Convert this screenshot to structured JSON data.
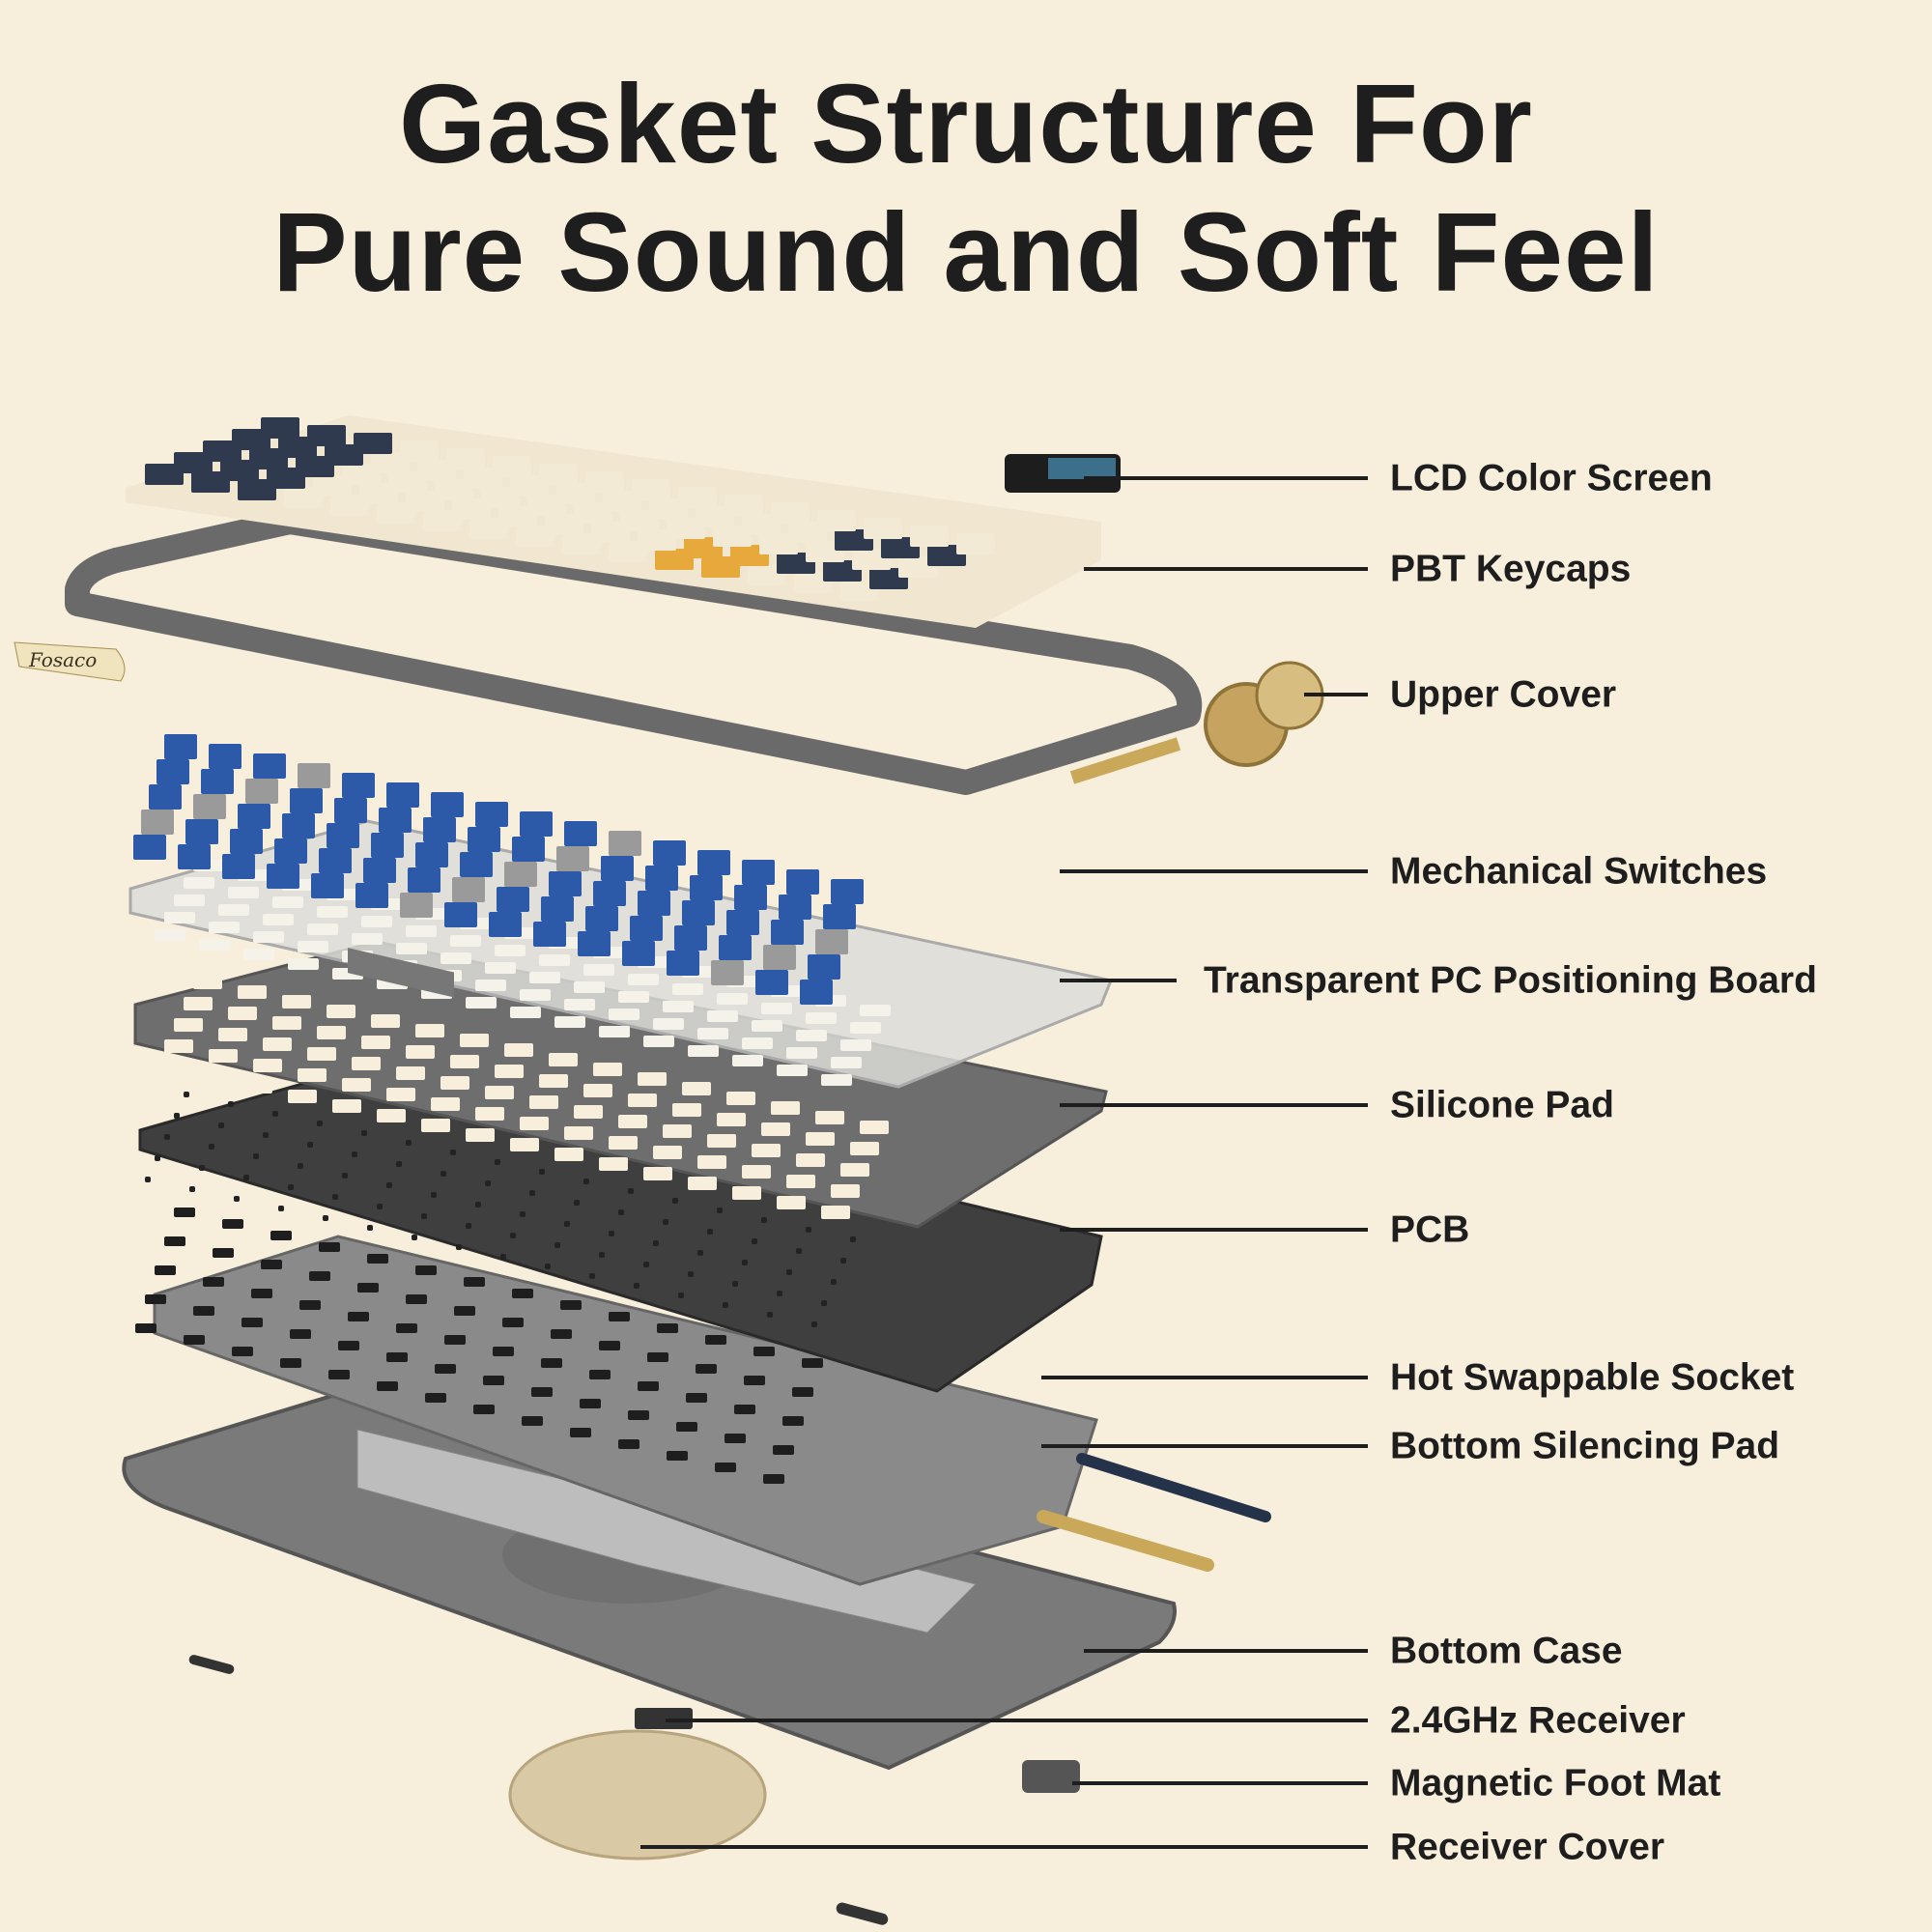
{
  "title": {
    "line1": "Gasket Structure For",
    "line2": "Pure Sound and Soft Feel"
  },
  "labels": [
    "LCD Color Screen",
    "PBT Keycaps",
    "Upper Cover",
    "Mechanical Switches",
    "Transparent PC Positioning Board",
    "Silicone Pad",
    "PCB",
    "Hot Swappable Socket",
    "Bottom Silencing Pad",
    "Bottom Case",
    "2.4GHz Receiver",
    "Magnetic Foot Mat",
    "Receiver Cover"
  ],
  "logo_text": "Fosaco",
  "colors": {
    "background": "#f7efdc",
    "text": "#1e1e1e",
    "keycap_navy": "#2f3a4f",
    "keycap_cream": "#f3ead6",
    "keycap_yellow": "#e8a93c",
    "switch_blue": "#2d5aa8",
    "case_gray": "#6b6b6b"
  }
}
